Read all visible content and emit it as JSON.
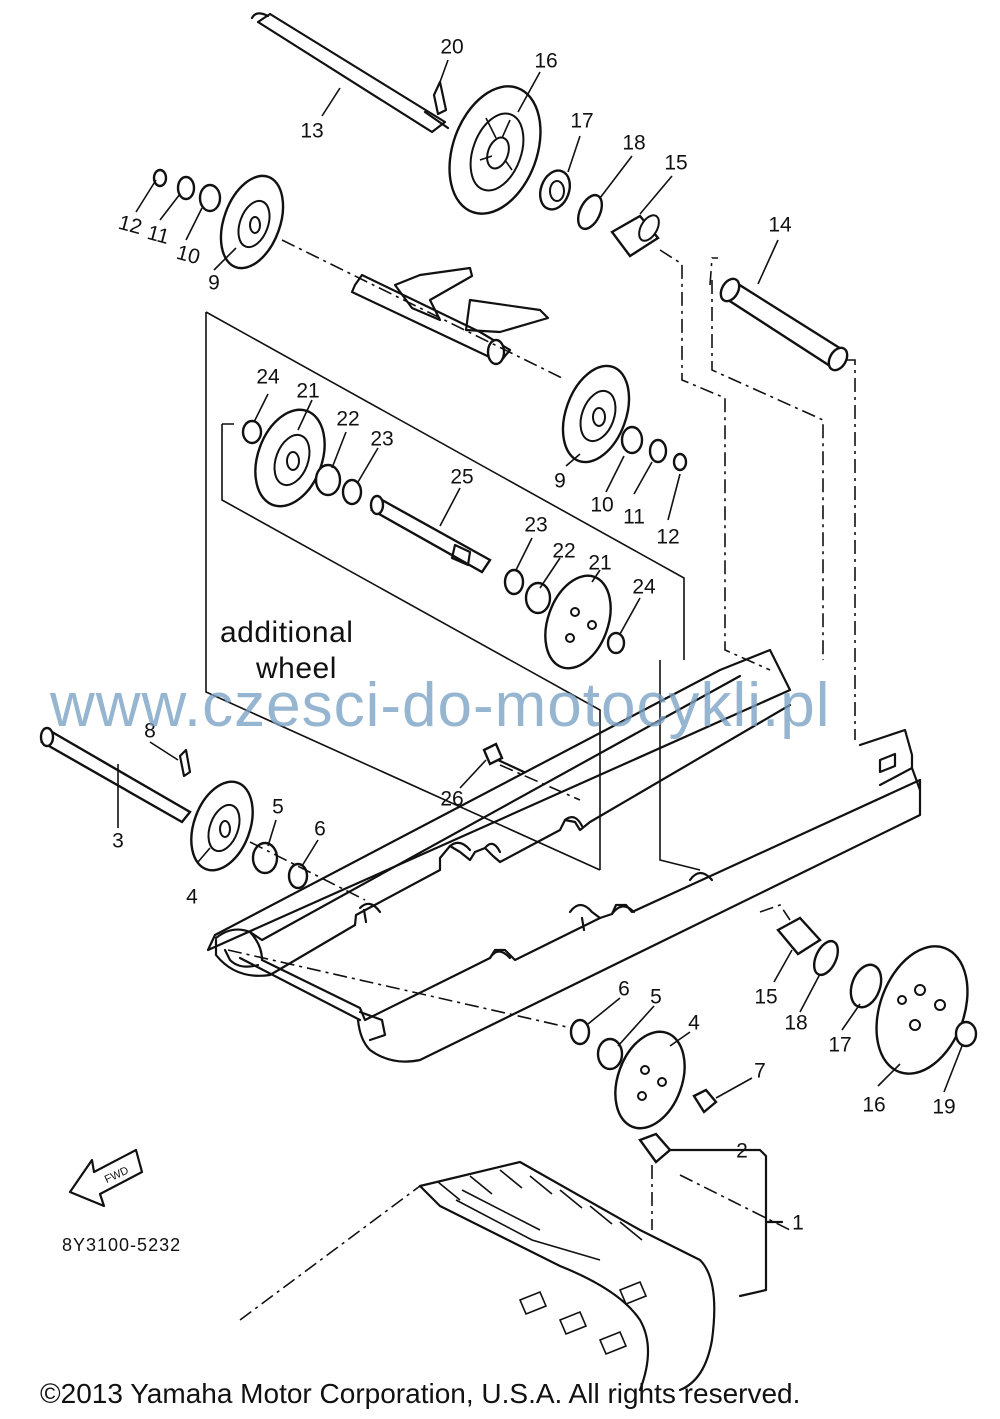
{
  "diagram": {
    "part_numbers": [
      "1",
      "2",
      "3",
      "4",
      "5",
      "6",
      "7",
      "8",
      "9",
      "10",
      "11",
      "12",
      "13",
      "14",
      "15",
      "16",
      "17",
      "18",
      "19",
      "20",
      "21",
      "22",
      "23",
      "24",
      "25",
      "26"
    ],
    "callouts": [
      {
        "id": "20",
        "label": "20"
      },
      {
        "id": "16a",
        "label": "16"
      },
      {
        "id": "13",
        "label": "13"
      },
      {
        "id": "17a",
        "label": "17"
      },
      {
        "id": "18a",
        "label": "18"
      },
      {
        "id": "15a",
        "label": "15"
      },
      {
        "id": "12a",
        "label": "12"
      },
      {
        "id": "11a",
        "label": "11"
      },
      {
        "id": "10a",
        "label": "10"
      },
      {
        "id": "9a",
        "label": "9"
      },
      {
        "id": "14",
        "label": "14"
      },
      {
        "id": "24a",
        "label": "24"
      },
      {
        "id": "21a",
        "label": "21"
      },
      {
        "id": "22a",
        "label": "22"
      },
      {
        "id": "23a",
        "label": "23"
      },
      {
        "id": "25",
        "label": "25"
      },
      {
        "id": "9b",
        "label": "9"
      },
      {
        "id": "10b",
        "label": "10"
      },
      {
        "id": "11b",
        "label": "11"
      },
      {
        "id": "12b",
        "label": "12"
      },
      {
        "id": "23b",
        "label": "23"
      },
      {
        "id": "22b",
        "label": "22"
      },
      {
        "id": "21b",
        "label": "21"
      },
      {
        "id": "24b",
        "label": "24"
      },
      {
        "id": "8",
        "label": "8"
      },
      {
        "id": "3",
        "label": "3"
      },
      {
        "id": "5a",
        "label": "5"
      },
      {
        "id": "6a",
        "label": "6"
      },
      {
        "id": "4a",
        "label": "4"
      },
      {
        "id": "26",
        "label": "26"
      },
      {
        "id": "6b",
        "label": "6"
      },
      {
        "id": "5b",
        "label": "5"
      },
      {
        "id": "4b",
        "label": "4"
      },
      {
        "id": "7",
        "label": "7"
      },
      {
        "id": "15b",
        "label": "15"
      },
      {
        "id": "18b",
        "label": "18"
      },
      {
        "id": "17b",
        "label": "17"
      },
      {
        "id": "16b",
        "label": "16"
      },
      {
        "id": "19",
        "label": "19"
      },
      {
        "id": "2",
        "label": "2"
      },
      {
        "id": "1",
        "label": "1"
      }
    ],
    "note_line1": "additional",
    "note_line2": "wheel",
    "fwd_arrow_text": "FWD",
    "drawing_code": "8Y3100-5232"
  },
  "watermark": "www.czesci-do-motocykli.pl",
  "copyright": "©2013 Yamaha Motor Corporation, U.S.A. All rights reserved.",
  "colors": {
    "line": "#111111",
    "background": "#ffffff",
    "watermark": "#78a0c3"
  }
}
